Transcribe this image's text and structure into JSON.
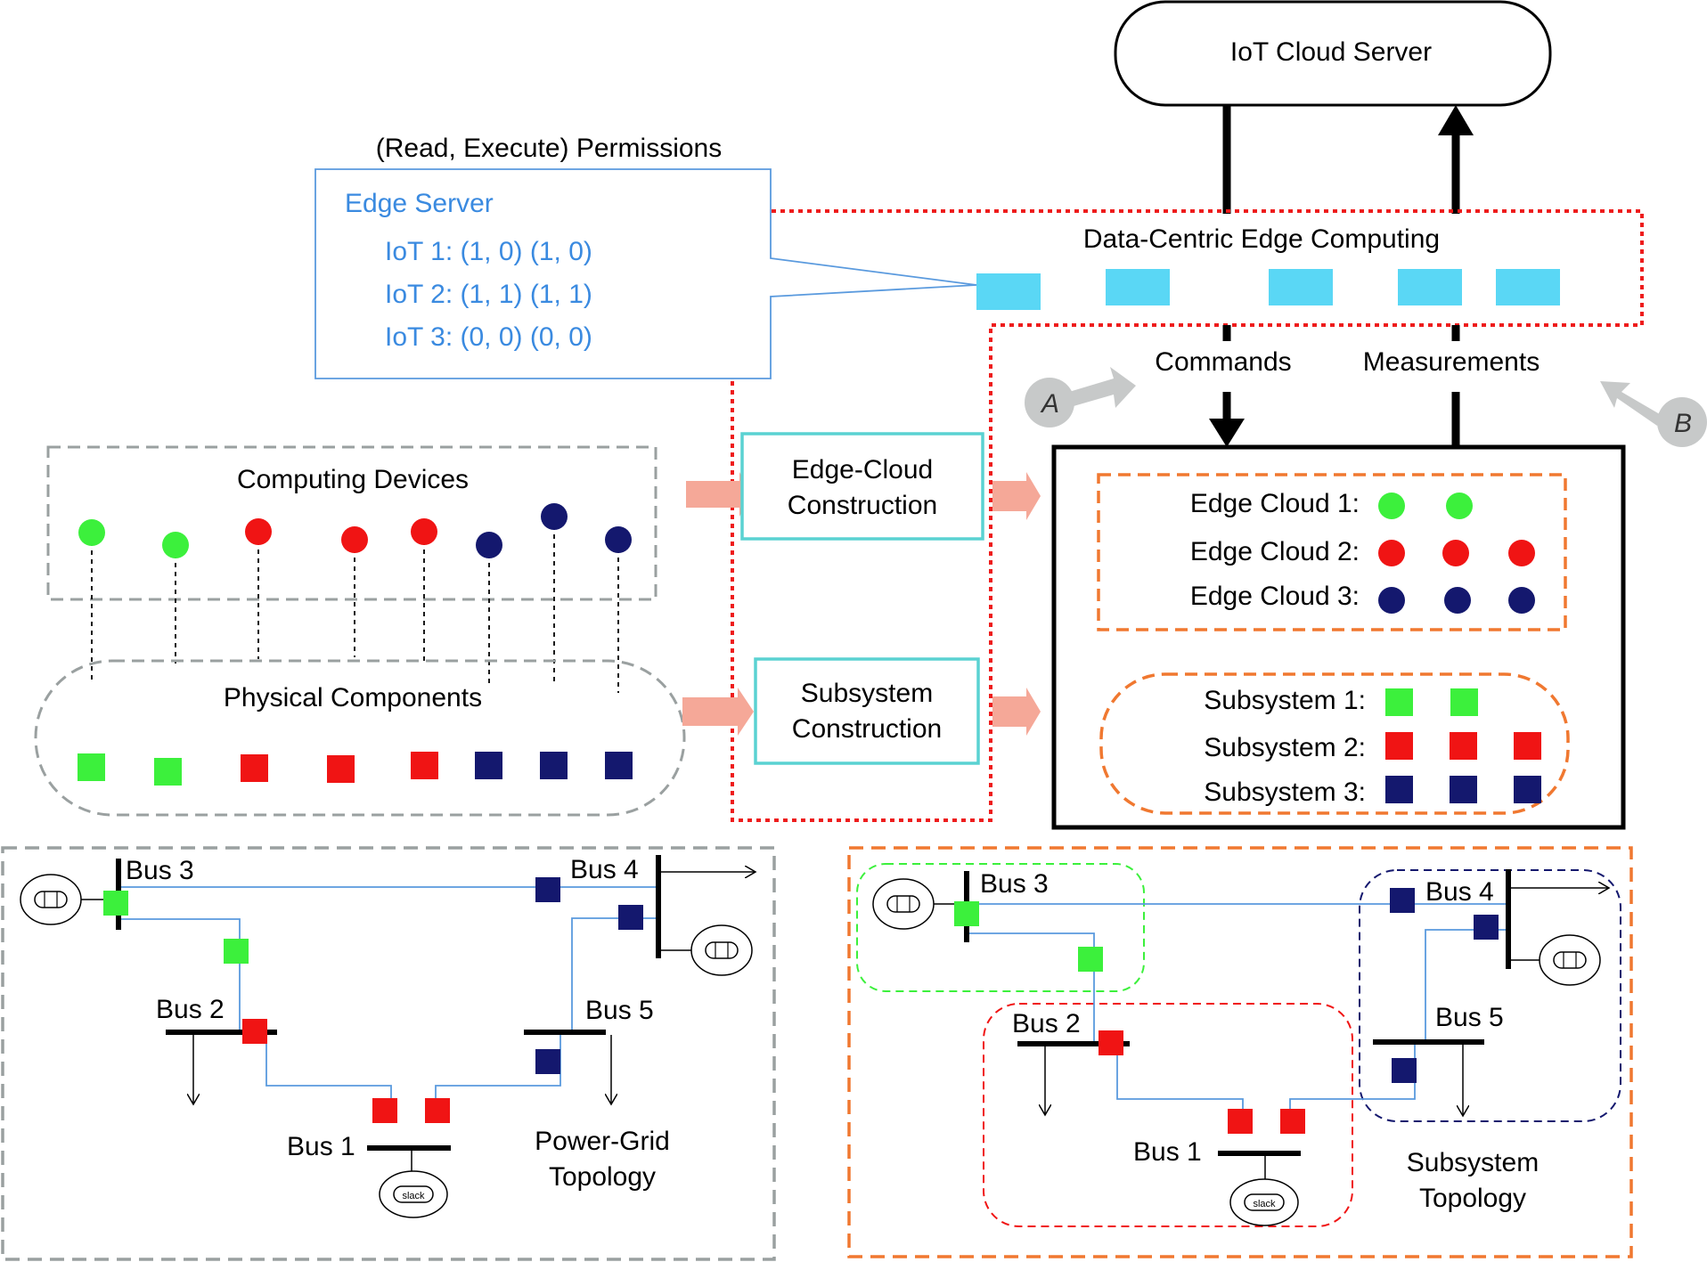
{
  "cloud_server": {
    "label": "IoT Cloud Server"
  },
  "permissions": {
    "title": "(Read, Execute) Permissions"
  },
  "edge_server": {
    "title": "Edge Server",
    "entries": [
      "IoT 1: (1, 0) (1, 0)",
      "IoT 2: (1, 1) (1, 1)",
      "IoT 3: (0, 0) (0, 0)"
    ]
  },
  "dcec": {
    "label": "Data-Centric Edge Computing"
  },
  "flows": {
    "commands": "Commands",
    "measurements": "Measurements"
  },
  "markers": {
    "a": "A",
    "b": "B"
  },
  "computing_devices": {
    "label": "Computing Devices"
  },
  "physical_components": {
    "label": "Physical Components"
  },
  "construction": {
    "edge_cloud": [
      "Edge-Cloud",
      "Construction"
    ],
    "subsystem": [
      "Subsystem",
      "Construction"
    ]
  },
  "edge_clouds": [
    "Edge Cloud 1:",
    "Edge Cloud 2:",
    "Edge Cloud 3:"
  ],
  "subsystems": [
    "Subsystem 1:",
    "Subsystem 2:",
    "Subsystem 3:"
  ],
  "colors": {
    "green": "#3cf03c",
    "red": "#f01414",
    "navy": "#14186e",
    "orange": "#f07830",
    "cyan": "#5ad7f5",
    "teal": "#5ad2d2",
    "gray": "#9aa0a0",
    "pink": "#f5a898",
    "line_blue": "#5a9ade",
    "text_blue": "#3a8ae0"
  },
  "grid_left": {
    "buses": [
      "Bus 3",
      "Bus 4",
      "Bus 2",
      "Bus 5",
      "Bus 1"
    ],
    "caption": [
      "Power-Grid",
      "Topology"
    ]
  },
  "grid_right": {
    "buses": [
      "Bus 3",
      "Bus 4",
      "Bus 2",
      "Bus 5",
      "Bus 1"
    ],
    "caption": [
      "Subsystem",
      "Topology"
    ]
  },
  "icons": {
    "generator": "generator-icon",
    "slack": "slack",
    "load": "load-arrow-icon"
  }
}
